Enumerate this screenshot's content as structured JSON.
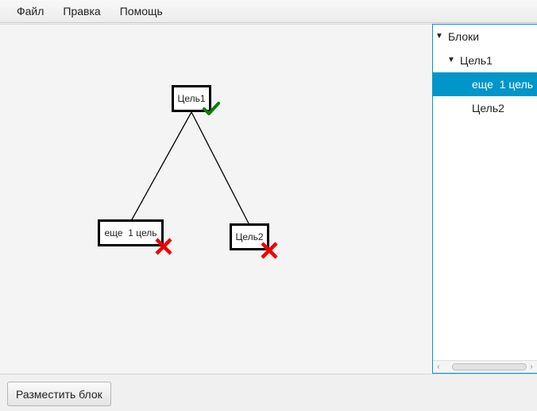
{
  "menu": {
    "items": [
      "Файл",
      "Правка",
      "Помощь"
    ]
  },
  "diagram": {
    "nodes": [
      {
        "id": "goal1",
        "label": "Цель1",
        "status": "achieved"
      },
      {
        "id": "one-more",
        "label": "еще  1 цель",
        "status": "failed"
      },
      {
        "id": "goal2",
        "label": "Цель2",
        "status": "failed"
      }
    ],
    "edges": [
      [
        "goal1",
        "one-more"
      ],
      [
        "goal1",
        "goal2"
      ]
    ],
    "colors": {
      "achieved": "#0a7d0a",
      "failed": "#ee0000"
    }
  },
  "tree": {
    "root": "Блоки",
    "child": "Цель1",
    "grandchildren": [
      "еще  1 цель",
      "Цель2"
    ],
    "selected_color": "#0096c9"
  },
  "bottom": {
    "place_button": "Разместить блок"
  }
}
